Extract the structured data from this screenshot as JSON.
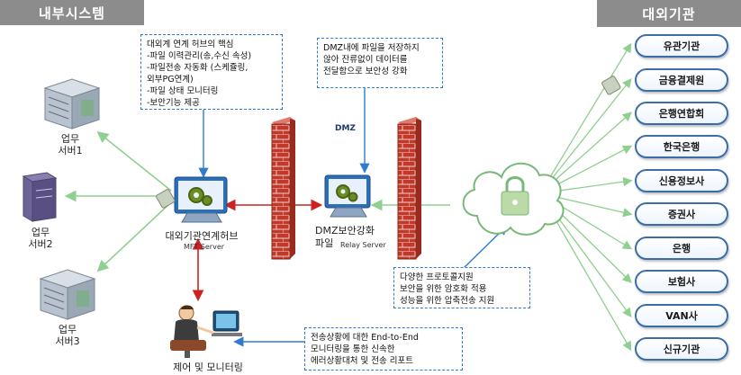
{
  "headers": {
    "internal": "내부시스템",
    "external": "대외기관"
  },
  "servers": [
    {
      "label": "업무\n서버1"
    },
    {
      "label": "업무\n서버2"
    },
    {
      "label": "업무\n서버3"
    }
  ],
  "hub": {
    "label": "대외기관연계허브",
    "sublabel": "MFT Server"
  },
  "relay": {
    "label": "DMZ보안강화\n파일",
    "sublabel": "Relay Server"
  },
  "dmz_label": "DMZ",
  "control": {
    "label": "제어 및 모니터링"
  },
  "callouts": {
    "hub": "대외계 연계 허브의 핵심\n-파일 이력관리(송,수신 속성)\n-파일전송 자동화 (스케쥴링,\n외부PG연계)\n-파일 상태 모니터링\n-보안기능 제공",
    "dmz": "DMZ내에 파일을 저장하지\n않아 잔류없이 데이터를\n전달함으로 보안성 강화",
    "protocol": "다양한 프로토콜지원\n보안을 위한 암호화 적용\n성능을 위한 압축전송 지원",
    "monitor": "전송상황에 대한 End-to-End\n모니터링을 통한 신속한\n에러상황대처 및 전송 리포트"
  },
  "institutions": [
    "유관기관",
    "금융결제원",
    "은행연합회",
    "한국은행",
    "신용정보사",
    "증권사",
    "은행",
    "보험사",
    "VAN사",
    "신규기관"
  ],
  "colors": {
    "arrow_green": "#8fcf8f",
    "arrow_red": "#cc2222",
    "header_gray": "#8c8c8c",
    "pill_border": "#3b6ea8",
    "callout_border": "#2e7bcf",
    "wall": "#c0392b"
  }
}
